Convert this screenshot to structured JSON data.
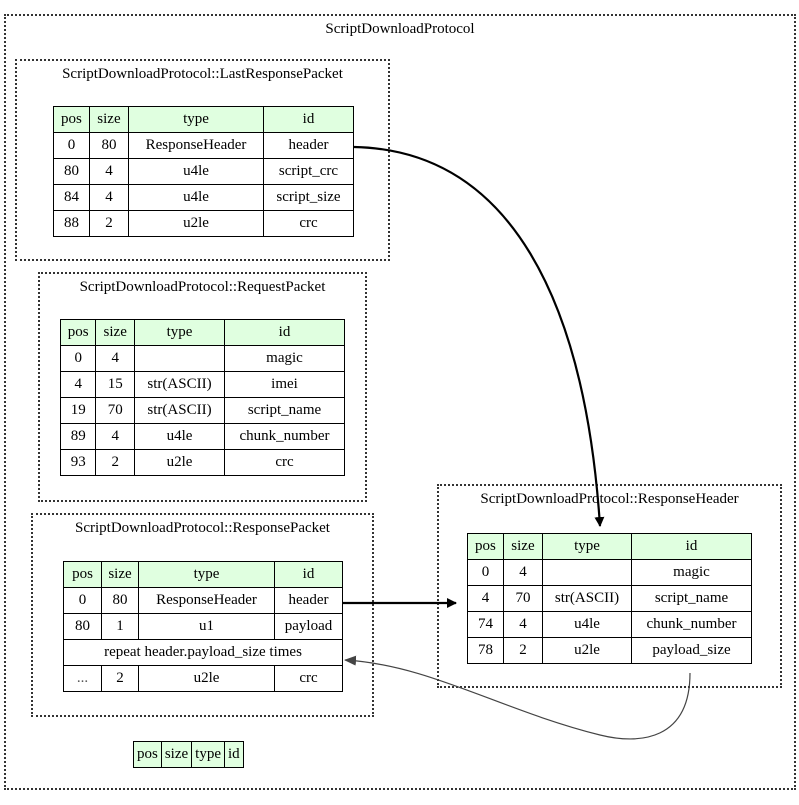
{
  "title": "ScriptDownloadProtocol",
  "columns": [
    "pos",
    "size",
    "type",
    "id"
  ],
  "colors": {
    "header_bg": "#e0ffe0",
    "border": "#000000",
    "cluster_border": "#333333",
    "edge_repeat": "#444444"
  },
  "last_response_packet": {
    "title": "ScriptDownloadProtocol::LastResponsePacket",
    "rows": [
      {
        "pos": "0",
        "size": "80",
        "type": "ResponseHeader",
        "id": "header"
      },
      {
        "pos": "80",
        "size": "4",
        "type": "u4le",
        "id": "script_crc"
      },
      {
        "pos": "84",
        "size": "4",
        "type": "u4le",
        "id": "script_size"
      },
      {
        "pos": "88",
        "size": "2",
        "type": "u2le",
        "id": "crc"
      }
    ]
  },
  "request_packet": {
    "title": "ScriptDownloadProtocol::RequestPacket",
    "rows": [
      {
        "pos": "0",
        "size": "4",
        "type": "",
        "id": "magic"
      },
      {
        "pos": "4",
        "size": "15",
        "type": "str(ASCII)",
        "id": "imei"
      },
      {
        "pos": "19",
        "size": "70",
        "type": "str(ASCII)",
        "id": "script_name"
      },
      {
        "pos": "89",
        "size": "4",
        "type": "u4le",
        "id": "chunk_number"
      },
      {
        "pos": "93",
        "size": "2",
        "type": "u2le",
        "id": "crc"
      }
    ]
  },
  "response_packet": {
    "title": "ScriptDownloadProtocol::ResponsePacket",
    "rows": [
      {
        "pos": "0",
        "size": "80",
        "type": "ResponseHeader",
        "id": "header"
      },
      {
        "pos": "80",
        "size": "1",
        "type": "u1",
        "id": "payload"
      }
    ],
    "repeat_note": "repeat header.payload_size times",
    "last_row": {
      "pos": "...",
      "size": "2",
      "type": "u2le",
      "id": "crc"
    }
  },
  "response_header": {
    "title": "ScriptDownloadProtocol::ResponseHeader",
    "rows": [
      {
        "pos": "0",
        "size": "4",
        "type": "",
        "id": "magic"
      },
      {
        "pos": "4",
        "size": "70",
        "type": "str(ASCII)",
        "id": "script_name"
      },
      {
        "pos": "74",
        "size": "4",
        "type": "u4le",
        "id": "chunk_number"
      },
      {
        "pos": "78",
        "size": "2",
        "type": "u2le",
        "id": "payload_size"
      }
    ]
  },
  "edges": [
    {
      "from": "LastResponsePacket.header",
      "to": "ResponseHeader",
      "style": "bold"
    },
    {
      "from": "ResponsePacket.header",
      "to": "ResponseHeader",
      "style": "bold"
    },
    {
      "from": "ResponseHeader.payload_size",
      "to": "ResponsePacket.repeat",
      "style": "thin"
    }
  ]
}
